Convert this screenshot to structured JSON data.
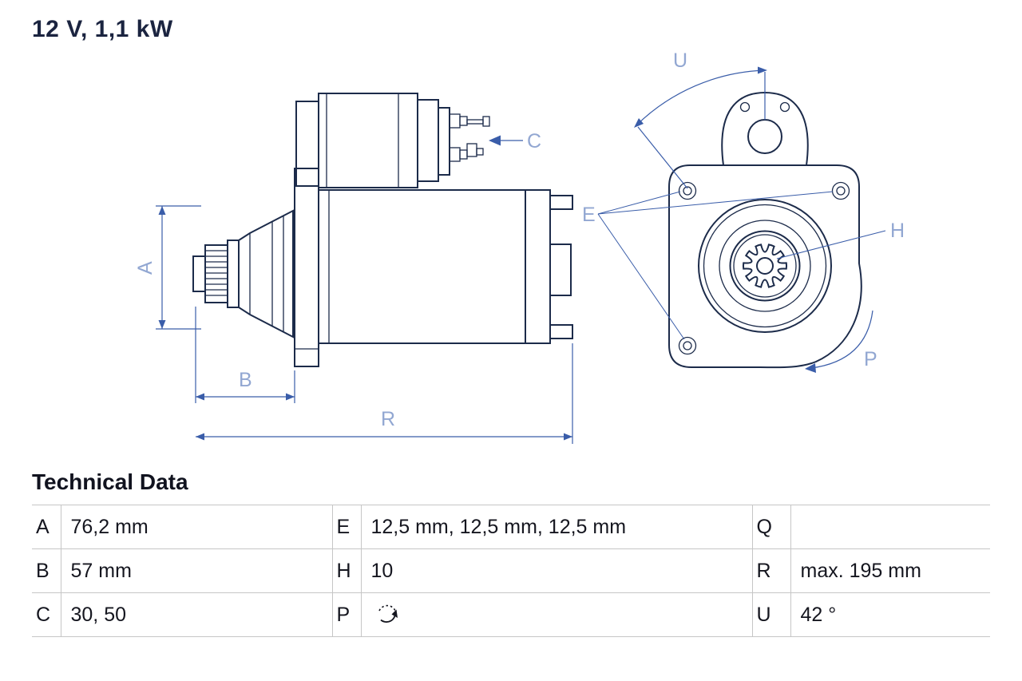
{
  "title": "12 V, 1,1 kW",
  "colors": {
    "outline_navy": "#1c2b4a",
    "dimension_blue": "#3a5da9",
    "label_light_blue": "#92a7d2",
    "table_border_gray": "#c6c6c6",
    "text_dark": "#15161f"
  },
  "diagram": {
    "description": "starter motor technical drawing, side view and drive-end view",
    "labels": {
      "A": "A",
      "B": "B",
      "C": "C",
      "R": "R",
      "U": "U",
      "E": "E",
      "H": "H",
      "P": "P"
    }
  },
  "technical_data": {
    "heading": "Technical Data",
    "rows": [
      {
        "c1_key": "A",
        "c1_value": "76,2 mm",
        "c2_key": "E",
        "c2_value": "12,5 mm, 12,5 mm, 12,5 mm",
        "c3_key": "Q",
        "c3_value": ""
      },
      {
        "c1_key": "B",
        "c1_value": "57 mm",
        "c2_key": "H",
        "c2_value": "10",
        "c3_key": "R",
        "c3_value": "max. 195 mm"
      },
      {
        "c1_key": "C",
        "c1_value": "30, 50",
        "c2_key": "P",
        "c2_value": "",
        "c2_icon": "rotation-direction-icon",
        "c3_key": "U",
        "c3_value": "42 °"
      }
    ]
  }
}
